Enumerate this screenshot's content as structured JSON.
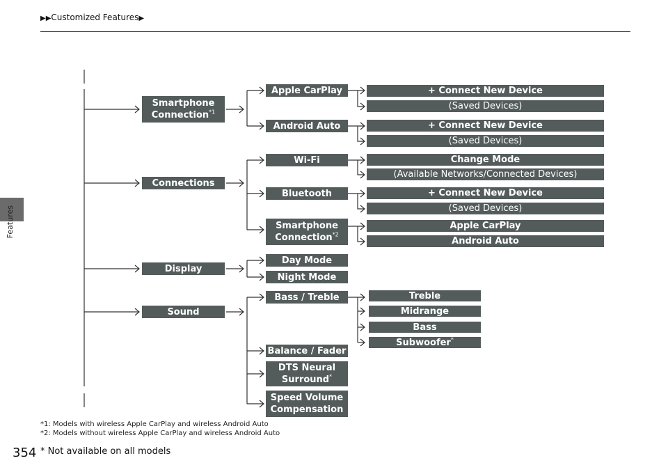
{
  "header": {
    "arrows": "▶▶",
    "title": "Customized Features",
    "arrow_after": "▶"
  },
  "side": {
    "label": "Features"
  },
  "page_number": "354",
  "footer_note": "* Not available on all models",
  "footnotes": [
    "*1: Models with wireless Apple CarPlay and wireless Android Auto",
    "*2: Models without wireless Apple CarPlay and wireless Android Auto"
  ],
  "menu": {
    "smartphone_connection": "Smartphone",
    "smartphone_connection_2": "Connection",
    "smartphone_sup": "*1",
    "apple_carplay": "Apple CarPlay",
    "android_auto": "Android Auto",
    "connect_new_device_1": "+ Connect New Device",
    "saved_devices_1": "(Saved Devices)",
    "connect_new_device_2": "+ Connect New Device",
    "saved_devices_2": "(Saved Devices)",
    "connections": "Connections",
    "wifi": "Wi-Fi",
    "change_mode": "Change Mode",
    "available_networks": "(Available Networks/Connected Devices)",
    "bluetooth": "Bluetooth",
    "connect_new_device_3": "+ Connect New Device",
    "saved_devices_3": "(Saved Devices)",
    "smartphone_connection_b": "Smartphone",
    "smartphone_connection_b2": "Connection",
    "smartphone_sup_b": "*2",
    "apple_carplay_b": "Apple CarPlay",
    "android_auto_b": "Android Auto",
    "display": "Display",
    "day_mode": "Day Mode",
    "night_mode": "Night Mode",
    "sound": "Sound",
    "bass_treble": "Bass / Treble",
    "treble": "Treble",
    "midrange": "Midrange",
    "bass": "Bass",
    "subwoofer": "Subwoofer",
    "subwoofer_sup": "*",
    "balance_fader": "Balance / Fader",
    "dts_neural": "DTS Neural",
    "surround": "Surround",
    "surround_sup": "*",
    "speed_volume": "Speed Volume",
    "compensation": "Compensation"
  }
}
